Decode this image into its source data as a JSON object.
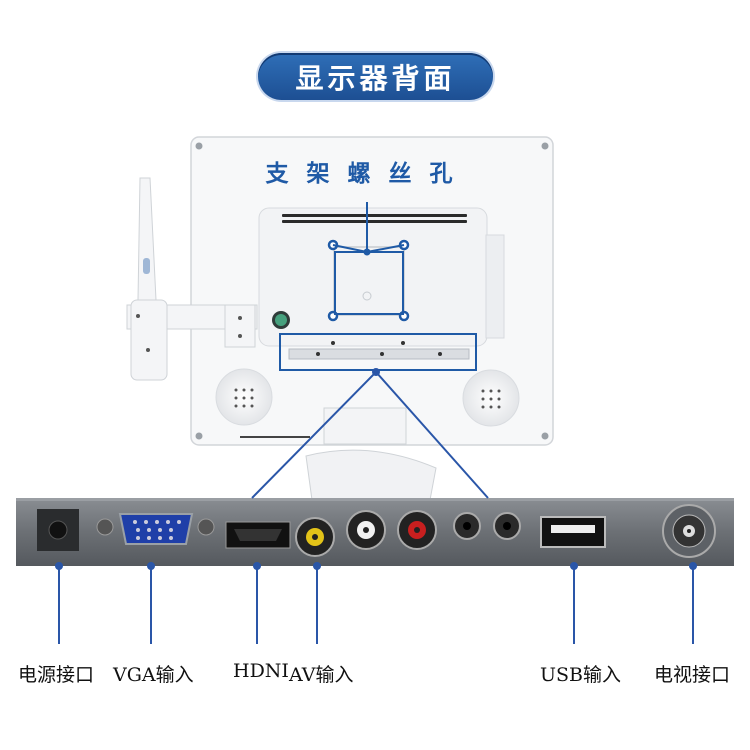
{
  "title": "显示器背面",
  "monitor": {
    "mount_label": "支架螺丝孔"
  },
  "ports": [
    {
      "label": "电源接口"
    },
    {
      "label": "VGA输入"
    },
    {
      "label": "HDNI"
    },
    {
      "label": "AV输入"
    },
    {
      "label": "USB输入"
    },
    {
      "label": "电视接口"
    }
  ],
  "colors": {
    "accent": "#1f5aa6",
    "panel": "#6f7378",
    "connector_line": "#2a56a8"
  }
}
